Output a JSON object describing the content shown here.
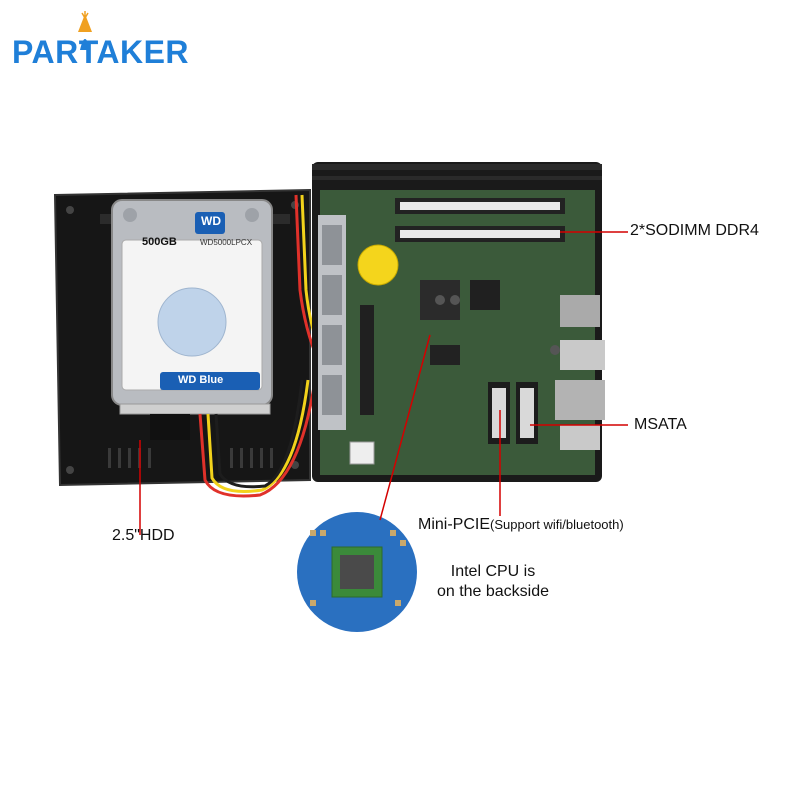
{
  "logo": {
    "text": "PARTAKER",
    "color": "#1f7fd8"
  },
  "hdd": {
    "capacity": "500GB",
    "model": "WD5000LPCX",
    "brand_badge": "WD",
    "series": "WD Blue"
  },
  "callouts": {
    "ram": "2*SODIMM DDR4",
    "msata": "MSATA",
    "mini_pcie": "Mini-PCIE",
    "mini_pcie_note": "(Support wifi/bluetooth)",
    "hdd": "2.5\"HDD",
    "cpu_line1": "Intel CPU is",
    "cpu_line2": "on the backside"
  },
  "colors": {
    "callout_line": "#d40000",
    "case_dark": "#1a1a1a",
    "board_green": "#3b5a3a",
    "wd_blue": "#1a5fb4"
  }
}
